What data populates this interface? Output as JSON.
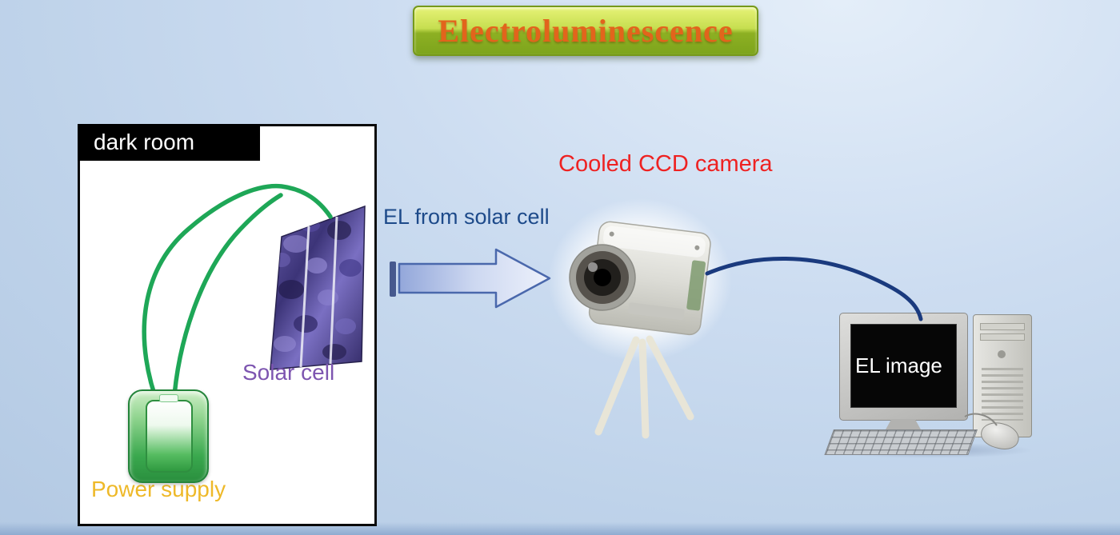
{
  "banner": {
    "title": "Electroluminescence"
  },
  "dark_room": {
    "label": "dark room",
    "solar_cell_label": "Solar cell",
    "power_supply_label": "Power supply"
  },
  "flow": {
    "el_label": "EL from solar cell"
  },
  "camera": {
    "label": "Cooled CCD camera"
  },
  "computer": {
    "screen_label": "EL image"
  },
  "colors": {
    "banner_top": "#e6f276",
    "banner_bottom": "#7da41c",
    "banner_border": "#76991a",
    "banner_text": "#e2641c",
    "solar_cell_label": "#7d55b0",
    "power_supply_label": "#eeb929",
    "el_text": "#1d4a8a",
    "camera_label": "#ee2222",
    "wire_green": "#1ea757",
    "cable_navy": "#1a3a7e",
    "arrow_stroke": "#4a68ac"
  }
}
